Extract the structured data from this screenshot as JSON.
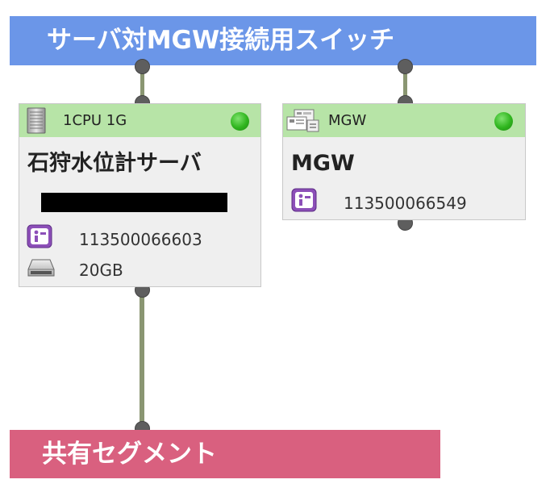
{
  "switch": {
    "title": "サーバ対MGW接続用スイッチ",
    "color": "#6b96e8"
  },
  "segment": {
    "title": "共有セグメント",
    "color": "#d9607f"
  },
  "server_card": {
    "spec": "1CPU 1G",
    "status": "running",
    "status_color": "#2fb51e",
    "name": "石狩水位計サーバ",
    "id": "113500066603",
    "disk": "20GB",
    "icons": [
      "server-icon",
      "info-id-icon",
      "disk-icon"
    ]
  },
  "mgw_card": {
    "spec": "MGW",
    "status": "running",
    "status_color": "#2fb51e",
    "name": "MGW",
    "id": "113500066549",
    "icons": [
      "gateway-icon",
      "info-id-icon"
    ]
  },
  "connector_color": "#8a9672"
}
